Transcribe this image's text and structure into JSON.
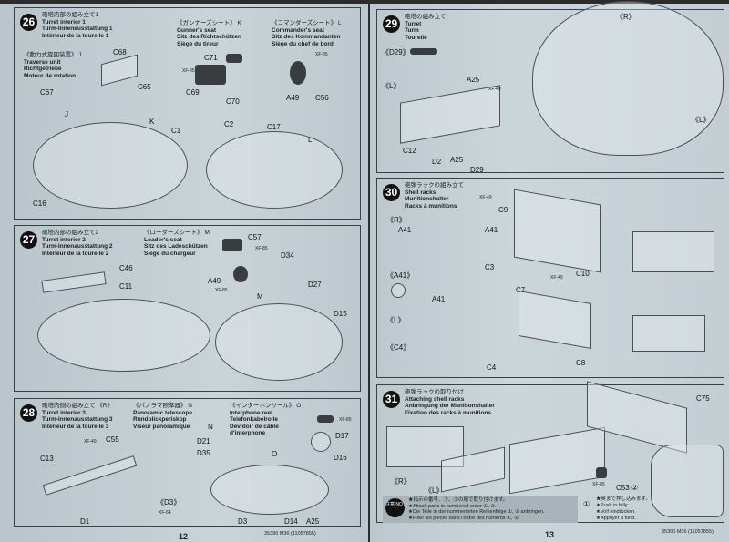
{
  "left_page": {
    "page_number": "12",
    "code": "35390 M36 (11057855)",
    "steps": [
      {
        "number": "26",
        "title": [
          "砲塔内部の組み立て1",
          "Turret interior 1",
          "Turm-Inneneusstattung 1",
          "Intérieur de la tourelle 1"
        ],
        "subs": [
          [
            "《動力式旋回装置》 J",
            "Traverse unit",
            "Richtgetriebe",
            "Moteur de rotation"
          ],
          [
            "《ガンナーズシート》 K",
            "Gunner's seat",
            "Sitz des Richtschützen",
            "Siège du tireur"
          ],
          [
            "《コマンダーズシート》 L",
            "Commander's seat",
            "Sitz des Kommandanten",
            "Siège du chef de bord"
          ]
        ],
        "parts": [
          "C68",
          "C65",
          "C67",
          "C71",
          "C69",
          "C70",
          "A49",
          "C56",
          "C1",
          "C2",
          "C17",
          "C16",
          "J",
          "K",
          "L"
        ]
      },
      {
        "number": "27",
        "title": [
          "砲塔内部の組み立て2",
          "Turret interior 2",
          "Turm-Innenausstattung 2",
          "Intérieur de la tourelle 2"
        ],
        "subs": [
          [
            "《ローダーズシート》 M",
            "Loader's seat",
            "Sitz des Ladeschützen",
            "Siège du chargeur"
          ]
        ],
        "parts": [
          "C57",
          "A49",
          "D34",
          "C46",
          "C11",
          "D27",
          "D15",
          "M"
        ]
      },
      {
        "number": "28",
        "title": [
          "砲塔内側の組み立て 《R》",
          "Turret interior 3",
          "Turm-Innenausstattung 3",
          "Intérieur de la tourelle 3"
        ],
        "subs": [
          [
            "《パノラマ照準器》 N",
            "Panoramic telescope",
            "Rundblickperiskop",
            "Viseur panoramique"
          ],
          [
            "《インターホンリール》 O",
            "Interphone reel",
            "Telefonkabelrolle",
            "Dévidoir de câble d'interphone"
          ]
        ],
        "parts": [
          "C55",
          "D21",
          "D35",
          "C13",
          "D1",
          "D16",
          "D17",
          "D3",
          "D14",
          "A25",
          "《D3》",
          "N",
          "O"
        ]
      }
    ],
    "paint": "XF-85",
    "paint2": "XF-49",
    "paint3": "XF-64"
  },
  "right_page": {
    "page_number": "13",
    "code": "35390 M36 (11057855)",
    "steps": [
      {
        "number": "29",
        "title": [
          "砲塔の組み立て",
          "Turret",
          "Turm",
          "Tourelle"
        ],
        "parts": [
          "《D29》",
          "A25",
          "《L》",
          "C12",
          "D2",
          "A25",
          "D29",
          "《R》",
          "《L》"
        ]
      },
      {
        "number": "30",
        "title": [
          "砲弾ラックの組み立て",
          "Shell racks",
          "Munitionshalter",
          "Racks à munitions"
        ],
        "parts": [
          "C9",
          "《R》",
          "A41",
          "A41",
          "C3",
          "C10",
          "《A41》",
          "《L》",
          "A41",
          "C7",
          "《C4》",
          "C4",
          "C8"
        ]
      },
      {
        "number": "31",
        "title": [
          "砲弾ラックの取り付け",
          "Attaching shell racks",
          "Anbringung der Munitionshalter",
          "Fixation des racks à munitions"
        ],
        "parts": [
          "C75",
          "《R》",
          "《L》",
          "C53 ②",
          "①"
        ]
      }
    ],
    "notice": {
      "badge": "注意 NOTICE",
      "lines": [
        "★指示の番号、①、②の順で取り付けます。",
        "★Attach parts in numbered order ①, ②.",
        "★Die Teile in der nummerierten Reihenfolge ①, ② anbringen.",
        "★Fixer les pièces dans l'ordre des numéros ①, ②."
      ]
    },
    "push": [
      "★奥まで押し込みます。",
      "★Push in fully.",
      "★Voll eindrücken.",
      "★Appuyer à fond."
    ]
  }
}
